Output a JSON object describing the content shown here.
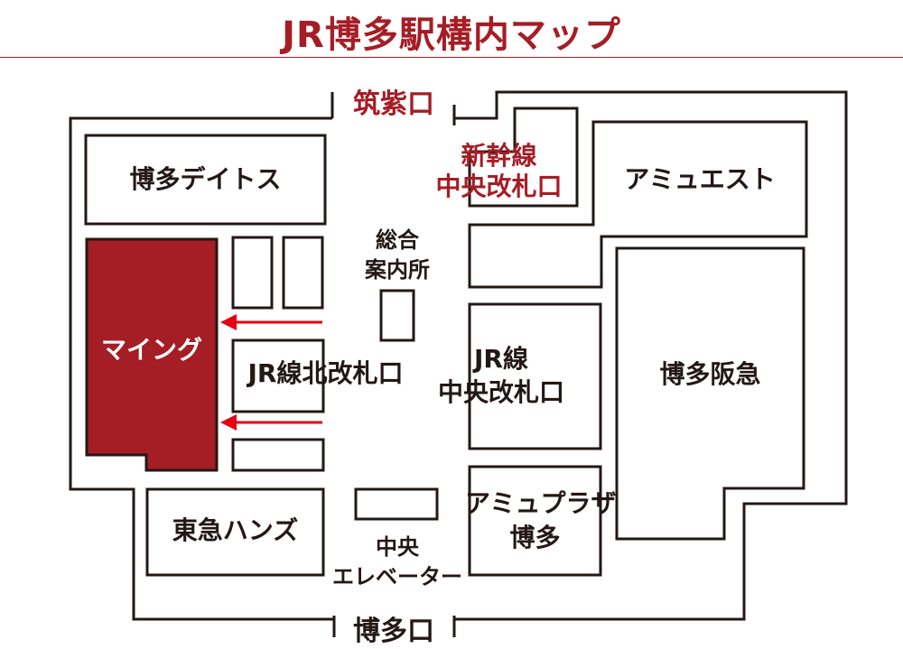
{
  "title": "JR博多駅構内マップ",
  "colors": {
    "accent": "#a51d25",
    "line": "#231815",
    "arrow": "#e60012"
  },
  "entrances": {
    "north": "筑紫口",
    "south": "博多口"
  },
  "shops": {
    "deitos": "博多デイトス",
    "amu_est": "アミュエスト",
    "maing": "マイング",
    "hakata_hankyu": "博多阪急",
    "tokyu_hands": "東急ハンズ",
    "amu_plaza_1": "アミュプラザ",
    "amu_plaza_2": "博多"
  },
  "gates": {
    "shinkansen_1": "新幹線",
    "shinkansen_2": "中央改札口",
    "jr_north": "JR線北改札口",
    "jr_central_1": "JR線",
    "jr_central_2": "中央改札口"
  },
  "facilities": {
    "info_1": "総合",
    "info_2": "案内所",
    "elevator_1": "中央",
    "elevator_2": "エレベーター"
  },
  "highlight": "maing",
  "arrows": [
    {
      "name": "arrow-to-maing-upper",
      "points_to": "maing"
    },
    {
      "name": "arrow-to-maing-lower",
      "points_to": "maing"
    }
  ]
}
